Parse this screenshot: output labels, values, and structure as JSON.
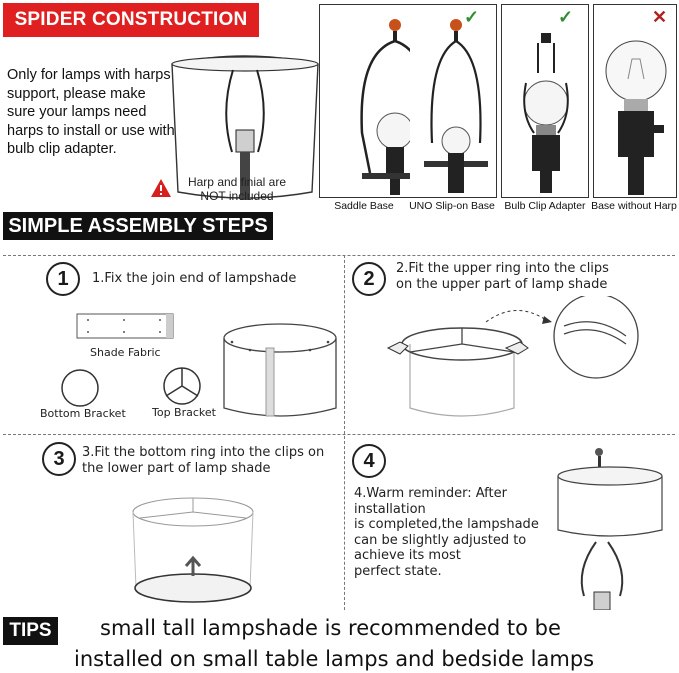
{
  "header": {
    "spider_title": "SPIDER CONSTRUCTION",
    "intro": "Only for lamps with harps support, please make sure your lamps need harps to install or use with bulb clip adapter.",
    "warning_line1": "Harp and finial are",
    "warning_line2": "NOT included"
  },
  "bases": [
    {
      "label": "Saddle Base",
      "check": "✓",
      "ok": true
    },
    {
      "label": "UNO Slip-on Base",
      "check": "✓",
      "ok": true
    },
    {
      "label": "Bulb Clip Adapter",
      "check": "✓",
      "ok": true
    },
    {
      "label": "Base without Harp",
      "check": "✕",
      "ok": false
    }
  ],
  "assembly": {
    "title": "SIMPLE ASSEMBLY STEPS",
    "steps": [
      {
        "num": "1",
        "text_line1": "1.Fix the join end of lampshade"
      },
      {
        "num": "2",
        "text_line1": "2.Fit the upper ring into the clips",
        "text_line2": "on the upper part of lamp shade"
      },
      {
        "num": "3",
        "text_line1": "3.Fit the bottom ring into the clips on",
        "text_line2": "the lower part of lamp shade"
      },
      {
        "num": "4",
        "text_line1": "4.Warm reminder: After",
        "text_line2": "installation",
        "text_line3": "is  completed,the lampshade",
        "text_line4": "can be slightly adjusted to",
        "text_line5": "achieve its most",
        "text_line6": "perfect state."
      }
    ],
    "labels": {
      "shade_fabric": "Shade Fabric",
      "bottom_bracket": "Bottom Bracket",
      "top_bracket": "Top Bracket"
    }
  },
  "tips": {
    "badge": "TIPS",
    "line1": "small tall lampshade is recommended to be",
    "line2": "installed on small table lamps and bedside lamps"
  },
  "colors": {
    "banner_red": "#e02020",
    "banner_black": "#111111",
    "check_green": "#2f8f2f",
    "cross_red": "#b02020",
    "finial_orange": "#c8501a"
  }
}
